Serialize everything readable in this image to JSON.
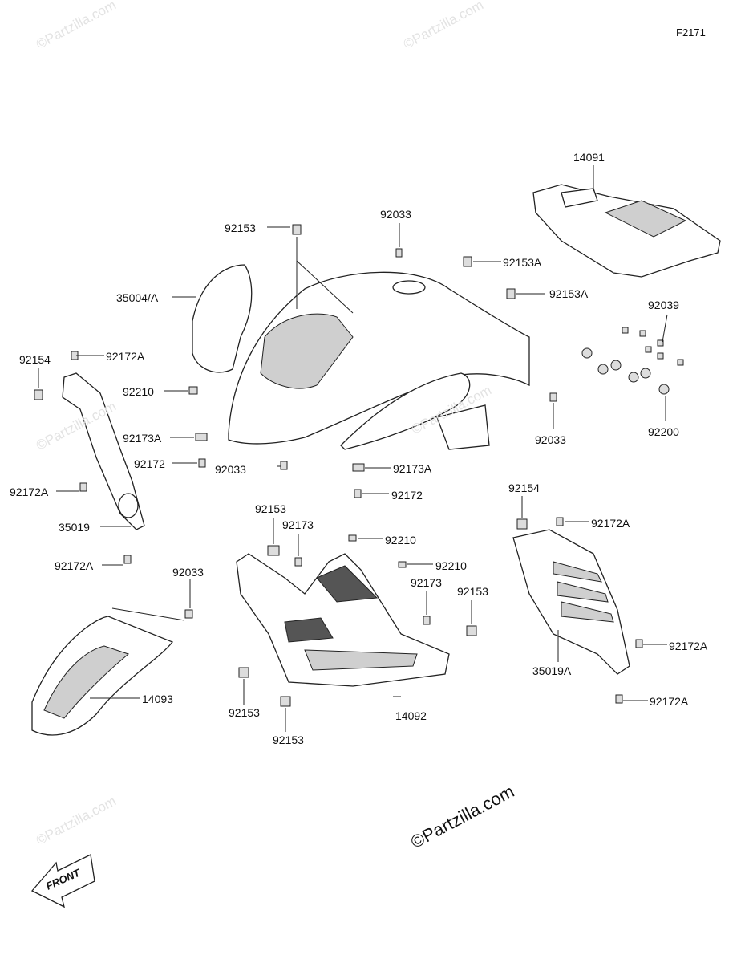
{
  "figure_code": "F2171",
  "watermarks": {
    "faint": "©Partzilla.com",
    "main": "©Partzilla.com"
  },
  "front_arrow": "FRONT",
  "labels": {
    "l14091": "14091",
    "l92033_top": "92033",
    "l92153_top": "92153",
    "l92153A_1": "92153A",
    "l92153A_2": "92153A",
    "l35004": "35004/A",
    "l92039": "92039",
    "l92154_left": "92154",
    "l92172A_top": "92172A",
    "l92210_left": "92210",
    "l92173A_left": "92173A",
    "l92172_left": "92172",
    "l92033_mid": "92033",
    "l92172A_left": "92172A",
    "l35019": "35019",
    "l92172A_bottom": "92172A",
    "l92033_right": "92033",
    "l92200": "92200",
    "l92173A_mid": "92173A",
    "l92172_mid": "92172",
    "l92154_right": "92154",
    "l92172A_r1": "92172A",
    "l92153_a": "92153",
    "l92173_a": "92173",
    "l92210_a": "92210",
    "l92210_b": "92210",
    "l92173_b": "92173",
    "l92153_b": "92153",
    "l92033_low": "92033",
    "l92172A_r2": "92172A",
    "l35019A": "35019A",
    "l92172A_r3": "92172A",
    "l14093": "14093",
    "l92153_c": "92153",
    "l92153_d": "92153",
    "l14092": "14092"
  }
}
